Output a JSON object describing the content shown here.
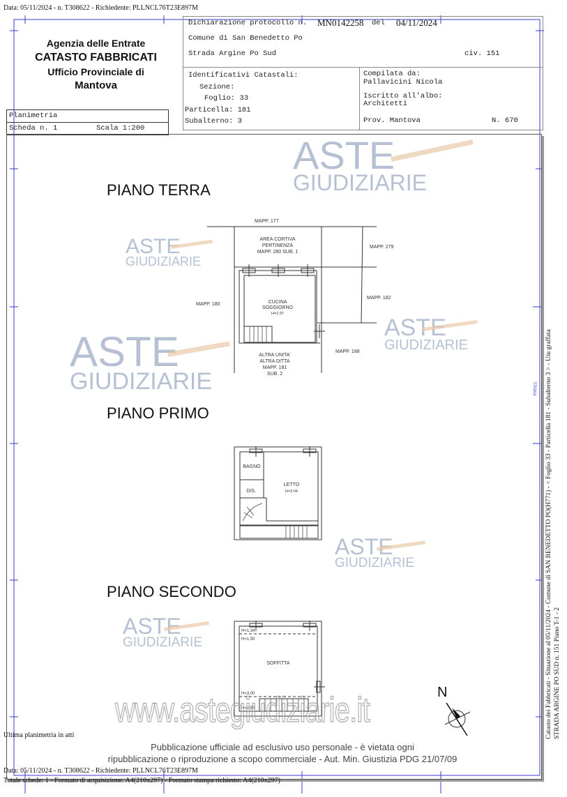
{
  "header_top": "Data: 05/11/2024 - n. T308622 - Richiedente: PLLNCL76T23E897M",
  "agency": {
    "line1": "Agenzia delle Entrate",
    "line2": "CATASTO FABBRICATI",
    "line3": "Ufficio Provinciale di",
    "line4": "Mantova"
  },
  "sheet": {
    "type": "Planimetria",
    "scheda": "Scheda n. 1",
    "scala": "Scala 1:200"
  },
  "declaration": {
    "protocol_label": "Dichiarazione protocollo n.",
    "protocol_number": "MN0142258",
    "del_label": "del",
    "date": "04/11/2024",
    "comune": "Comune di San Benedetto Po",
    "address": "Strada Argine Po Sud",
    "civico": "civ. 151"
  },
  "identifiers": {
    "heading": "Identificativi Catastali:",
    "sezione": "Sezione:",
    "foglio": "Foglio: 33",
    "particella": "Particella: 181",
    "subalterno": "Subalterno: 3"
  },
  "compiler": {
    "label": "Compilata da:",
    "name": "Pallavicini Nicola",
    "albo_label": "Iscritto all'albo:",
    "albo": "Architetti",
    "prov": "Prov. Mantova",
    "number": "N. 670"
  },
  "floors": {
    "ground": {
      "title": "PIANO TERRA",
      "mapp_177": "MAPP. 177",
      "court_1": "AREA CORTIVA",
      "court_2": "PERTINENZA",
      "court_3": "MAPP. 280 SUB. 1",
      "mapp_279": "MAPP. 279",
      "mapp_180": "MAPP. 180",
      "mapp_182": "MAPP. 182",
      "mapp_188": "MAPP. 188",
      "room_1": "CUCINA",
      "room_2": "SOGGIORNO",
      "room_h": "H=2.97",
      "other_1": "ALTRA UNITA'",
      "other_2": "ALTRA DITTA",
      "other_3": "MAPP. 181",
      "other_4": "SUB. 2"
    },
    "first": {
      "title": "PIANO PRIMO",
      "bagno": "BAGNO",
      "dis": "DIS.",
      "letto": "LETTO",
      "letto_h": "H=3.04"
    },
    "second": {
      "title": "PIANO SECONDO",
      "h1": "H=1.34",
      "h2": "H=1.50",
      "soffitta": "SOFFITTA",
      "h3": "H=3.00",
      "h4": "H=2.65"
    }
  },
  "compass_label": "N",
  "watermark": {
    "logo_top": "ASTE",
    "logo_bottom": "GIUDIZIARIE",
    "site": "www.astegiudiziarie.it",
    "pub_line1": "Pubblicazione ufficiale ad esclusivo uso personale - è vietata ogni",
    "pub_line2": "ripubblicazione o riproduzione a scopo commerciale - Aut. Min. Giustizia PDG 21/07/09"
  },
  "side_text": {
    "line1": "Catasto dei Fabbricati - Situazione al 05/11/2024 - Comune di SAN BENEDETTO PO(H771) - < Foglio 33 - Particella 181 - Subalterno 3 > - Uiu graffata",
    "line2": "STRADA ARGINE PO SUD n. 151 Piano T-1 - 2",
    "stamp": "Ultima"
  },
  "footer": {
    "line1": "Ultima planimetria in atti",
    "line2": "Data: 05/11/2024 - n. T308622 - Richiedente: PLLNCL76T23E897M",
    "line3": "Totale schede: 1 - Formato di acquisizione: A4(210x297) - Formato stampa richiesto: A4(210x297)"
  },
  "colors": {
    "frame_blue": "#3a3ad0",
    "watermark": "#8a9cc0",
    "gavel": "#e8c9a8"
  }
}
